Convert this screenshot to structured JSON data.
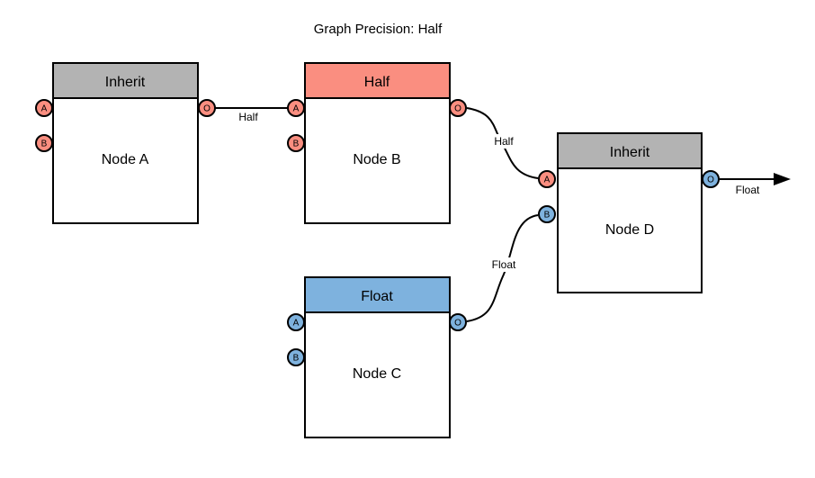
{
  "title": "Graph Precision: Half",
  "colors": {
    "inherit": "#B3B3B3",
    "half": "#FA8E80",
    "float": "#7EB2DE",
    "node_fill": "#FFFFFF",
    "stroke": "#000000"
  },
  "nodes": [
    {
      "name": "Node A",
      "precision_label": "Inherit",
      "ports": {
        "a": {
          "letter": "A",
          "precision": "half"
        },
        "b": {
          "letter": "B",
          "precision": "half"
        },
        "o": {
          "letter": "O",
          "precision": "half"
        }
      }
    },
    {
      "name": "Node B",
      "precision_label": "Half",
      "ports": {
        "a": {
          "letter": "A",
          "precision": "half"
        },
        "b": {
          "letter": "B",
          "precision": "half"
        },
        "o": {
          "letter": "O",
          "precision": "half"
        }
      }
    },
    {
      "name": "Node C",
      "precision_label": "Float",
      "ports": {
        "a": {
          "letter": "A",
          "precision": "float"
        },
        "b": {
          "letter": "B",
          "precision": "float"
        },
        "o": {
          "letter": "O",
          "precision": "float"
        }
      }
    },
    {
      "name": "Node D",
      "precision_label": "Inherit",
      "ports": {
        "a": {
          "letter": "A",
          "precision": "half"
        },
        "b": {
          "letter": "B",
          "precision": "float"
        },
        "o": {
          "letter": "O",
          "precision": "float"
        }
      }
    }
  ],
  "edges": [
    {
      "from": "Node A.O",
      "to": "Node B.A",
      "label": "Half"
    },
    {
      "from": "Node B.O",
      "to": "Node D.A",
      "label": "Half"
    },
    {
      "from": "Node C.O",
      "to": "Node D.B",
      "label": "Float"
    },
    {
      "from": "Node D.O",
      "to": "graph-output",
      "label": "Float"
    }
  ]
}
